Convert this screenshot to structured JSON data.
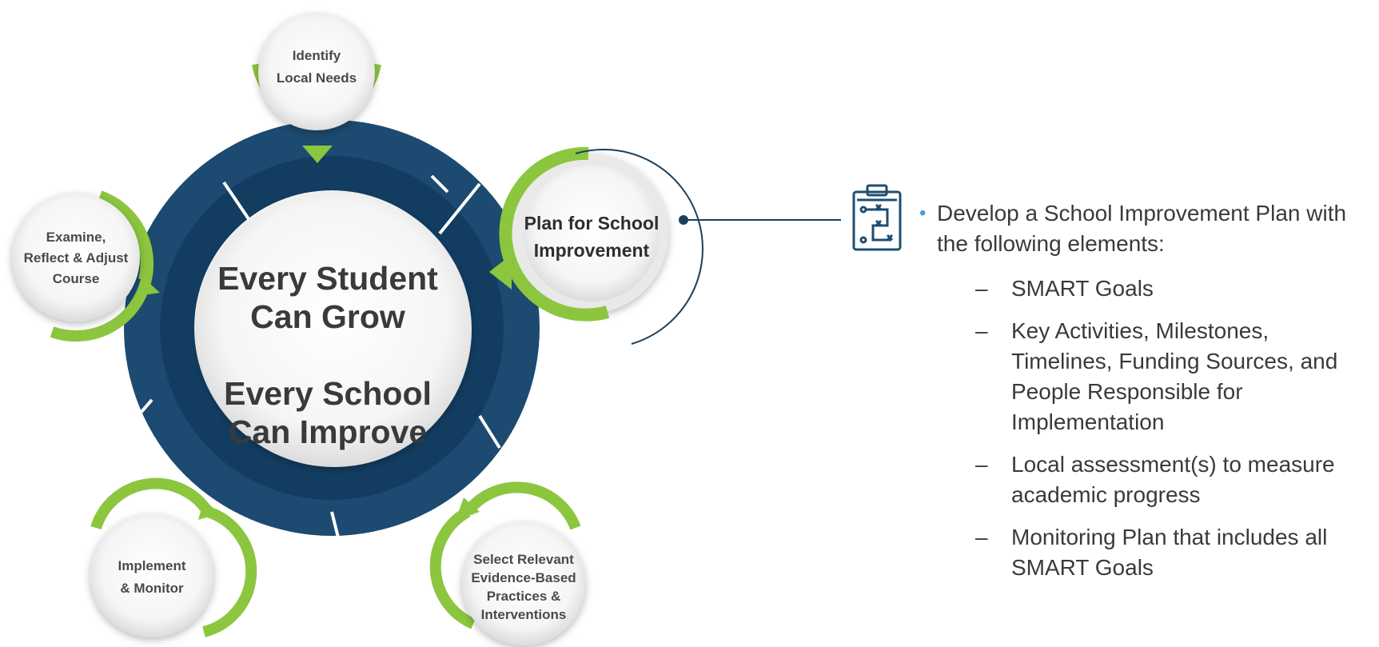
{
  "center": {
    "line1": "Every Student",
    "line2": "Can Grow",
    "line3": "Every School",
    "line4": "Can Improve"
  },
  "steps": {
    "identify": {
      "line1": "Identify",
      "line2": "Local Needs"
    },
    "plan": {
      "line1": "Plan for School",
      "line2": "Improvement"
    },
    "select": {
      "line1": "Select Relevant",
      "line2": "Evidence-Based",
      "line3": "Practices &",
      "line4": "Interventions"
    },
    "implement": {
      "line1": "Implement",
      "line2": "& Monitor"
    },
    "examine": {
      "line1": "Examine,",
      "line2": "Reflect & Adjust",
      "line3": "Course"
    }
  },
  "details": {
    "bullet": "Develop a School Improvement Plan with the following elements:",
    "items": [
      "SMART Goals",
      "Key Activities, Milestones, Timelines, Funding Sources, and People Responsible for Implementation",
      "Local assessment(s) to measure academic progress",
      "Monitoring Plan that includes all SMART Goals"
    ],
    "dash": "–"
  },
  "icons": {
    "plan": "clipboard-plan-icon",
    "bullet": "bullet-dot-icon"
  },
  "colors": {
    "ring_dark": "#0f3a5c",
    "ring_mid": "#1d4d73",
    "accent_green": "#8cc63f",
    "circle_fill": "#f2f2f2",
    "text": "#3a3a3a",
    "bullet": "#4a9ed6"
  }
}
